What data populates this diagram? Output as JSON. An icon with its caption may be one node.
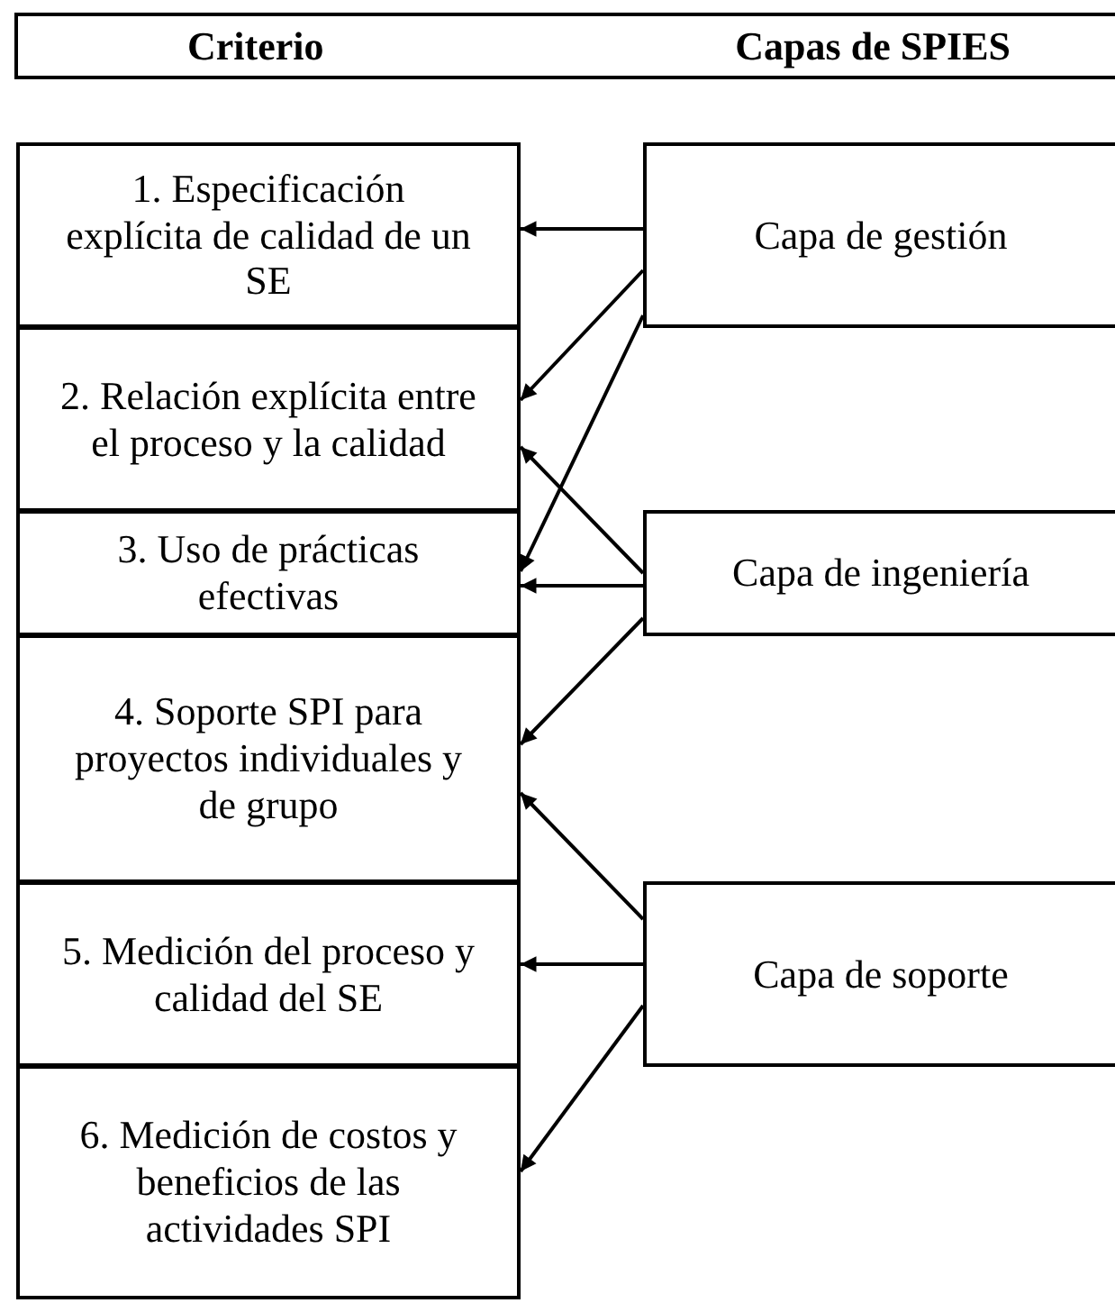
{
  "diagram": {
    "nodes": [
      {
        "text": [
          "Criterio",
          "Capas de SPIES"
        ]
      },
      {
        "text": [
          "1. Especificación explícita de calidad de un SE"
        ]
      },
      {
        "text": [
          "2. Relación explícita entre el proceso y la calidad"
        ]
      },
      {
        "text": [
          "3. Uso de prácticas efectivas"
        ]
      },
      {
        "text": [
          "4. Soporte SPI para proyectos individuales y de grupo"
        ]
      },
      {
        "text": [
          "5. Medición del proceso y calidad del SE"
        ]
      },
      {
        "text": [
          "6. Medición de costos y beneficios de las actividades SPI"
        ]
      },
      {
        "text": [
          "Capa de gestión"
        ]
      },
      {
        "text": [
          "Capa de ingeniería"
        ]
      },
      {
        "text": [
          "Capa de soporte"
        ]
      }
    ],
    "edges": [
      {
        "from": 7,
        "to": 1,
        "arrow": "to"
      },
      {
        "from": 7,
        "to": 2,
        "arrow": "to"
      },
      {
        "from": 7,
        "to": 3,
        "arrow": "to"
      },
      {
        "from": 8,
        "to": 2,
        "arrow": "to"
      },
      {
        "from": 8,
        "to": 3,
        "arrow": "to"
      },
      {
        "from": 8,
        "to": 4,
        "arrow": "to"
      },
      {
        "from": 9,
        "to": 4,
        "arrow": "to"
      },
      {
        "from": 9,
        "to": 5,
        "arrow": "to"
      },
      {
        "from": 9,
        "to": 6,
        "arrow": "to"
      }
    ]
  }
}
